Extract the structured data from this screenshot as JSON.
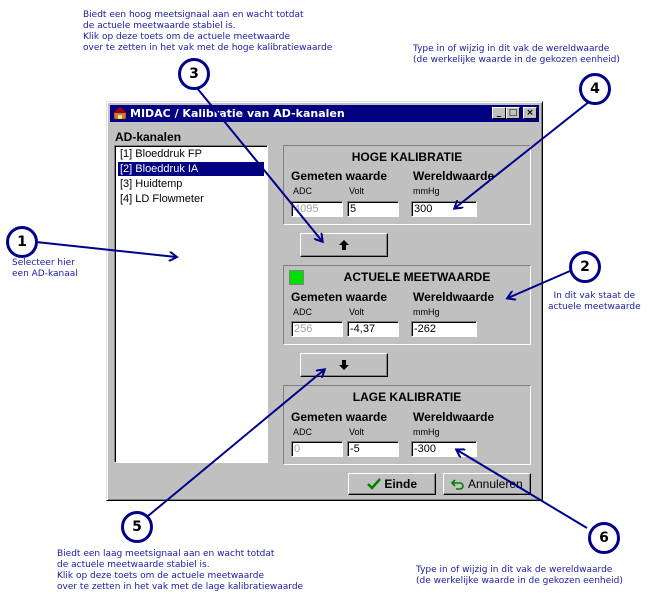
{
  "annotations": {
    "n3": {
      "number": "3",
      "lines": [
        "Biedt een hoog meetsignaal aan en wacht totdat",
        "de actuele meetwaarde stabiel is.",
        "Klik op deze toets om de actuele meetwaarde",
        "over te zetten in het vak met de hoge kalibratiewaarde"
      ]
    },
    "n4": {
      "number": "4",
      "lines": [
        "Type in of wijzig in dit vak de wereldwaarde",
        "(de werkelijke waarde in de gekozen eenheid)"
      ]
    },
    "n1": {
      "number": "1",
      "lines": [
        "Selecteer hier",
        "een AD-kanaal"
      ]
    },
    "n2": {
      "number": "2",
      "lines": [
        "In dit vak staat de",
        "actuele meetwaarde"
      ]
    },
    "n5": {
      "number": "5",
      "lines": [
        "Biedt een laag meetsignaal aan en wacht totdat",
        "de actuele meetwaarde stabiel is.",
        "Klik op deze toets om de actuele meetwaarde",
        "over te zetten in het vak met de lage kalibratiewaarde"
      ]
    },
    "n6": {
      "number": "6",
      "lines": [
        "Type in of wijzig in dit vak de wereldwaarde",
        "(de werkelijke waarde in de gekozen eenheid)"
      ]
    }
  },
  "window": {
    "title": "MIDAC / Kalibratie van AD-kanalen",
    "btn_min": "_",
    "btn_max": "□",
    "btn_close": "×"
  },
  "channels": {
    "label": "AD-kanalen",
    "items": [
      "[1]  Bloeddruk FP",
      "[2]  Bloeddruk IA",
      "[3]  Huidtemp",
      "[4]  LD Flowmeter"
    ],
    "selected_index": 1
  },
  "high": {
    "title": "HOGE KALIBRATIE",
    "col_measured": "Gemeten waarde",
    "col_world": "Wereldwaarde",
    "unit_adc": "ADC",
    "unit_volt": "Volt",
    "unit_world": "mmHg",
    "adc": "4095",
    "volt": "5",
    "world": "300"
  },
  "current": {
    "title": "ACTUELE MEETWAARDE",
    "indicator_color": "#00e000",
    "col_measured": "Gemeten waarde",
    "col_world": "Wereldwaarde",
    "unit_adc": "ADC",
    "unit_volt": "Volt",
    "unit_world": "mmHg",
    "adc": "256",
    "volt": "-4,37",
    "world": "-262"
  },
  "low": {
    "title": "LAGE KALIBRATIE",
    "col_measured": "Gemeten waarde",
    "col_world": "Wereldwaarde",
    "unit_adc": "ADC",
    "unit_volt": "Volt",
    "unit_world": "mmHg",
    "adc": "0",
    "volt": "-5",
    "world": "-300"
  },
  "buttons": {
    "up_icon": "arrow-up-icon",
    "down_icon": "arrow-down-icon",
    "einde": "Einde",
    "annuleren": "Annuleren"
  },
  "colors": {
    "annotation": "#00008b",
    "title_bar": "#000080",
    "selection": "#000080"
  }
}
